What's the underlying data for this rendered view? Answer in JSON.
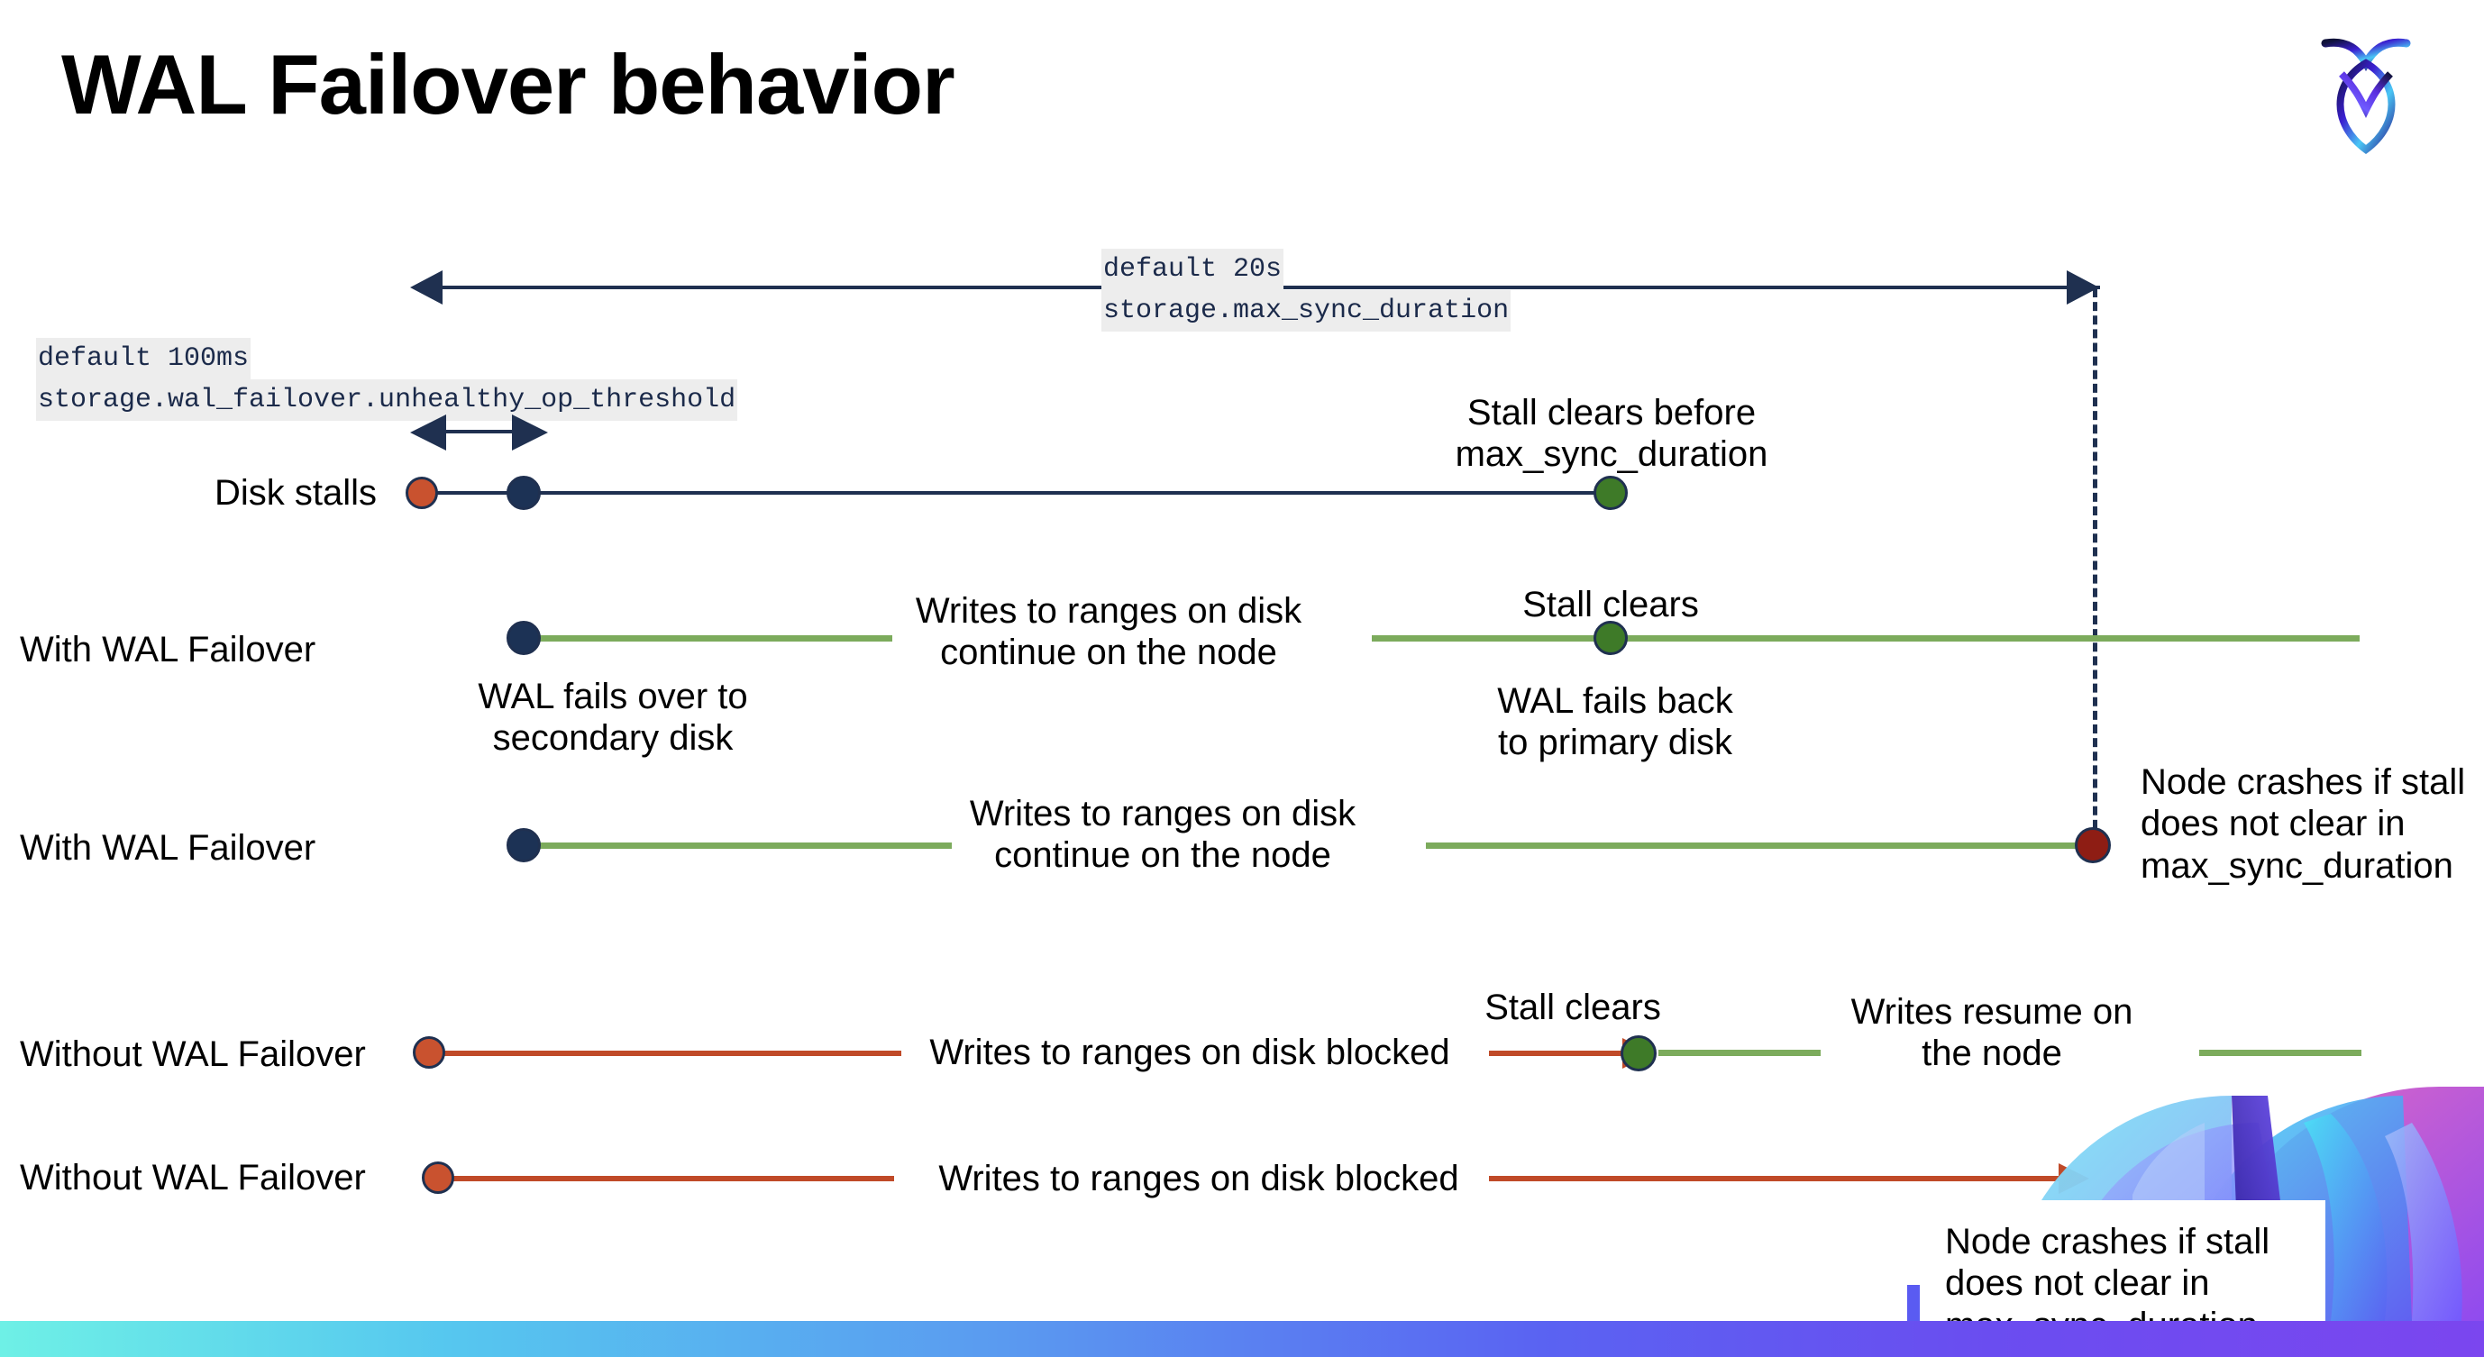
{
  "slide": {
    "title": "WAL Failover behavior",
    "logo_name": "cockroachdb-logo"
  },
  "annotations": {
    "max_sync": {
      "line1": "default 20s",
      "line2": "storage.max_sync_duration"
    },
    "unhealthy": {
      "line1": "default 100ms",
      "line2": "storage.wal_failover.unhealthy_op_threshold"
    }
  },
  "rows": [
    {
      "label": "Disk stalls",
      "notes": [
        {
          "id": "stall-clears-before",
          "line1": "Stall clears before",
          "line2": "max_sync_duration"
        }
      ]
    },
    {
      "label": "With WAL Failover",
      "notes": [
        {
          "id": "writes-continue-1",
          "line1": "Writes to ranges on disk",
          "line2": "continue on the node"
        },
        {
          "id": "stall-clears-1",
          "line1": "Stall clears",
          "line2": ""
        },
        {
          "id": "wal-fails-over",
          "line1": "WAL fails over to",
          "line2": "secondary disk"
        },
        {
          "id": "wal-fails-back",
          "line1": "WAL fails  back",
          "line2": "to primary disk"
        }
      ]
    },
    {
      "label": "With WAL Failover",
      "notes": [
        {
          "id": "writes-continue-2",
          "line1": "Writes to ranges on disk",
          "line2": "continue on the node"
        },
        {
          "id": "node-crashes-1",
          "line1": "Node crashes if stall",
          "line2": "does not clear in",
          "line3": "max_sync_duration"
        }
      ]
    },
    {
      "label": "Without WAL Failover",
      "notes": [
        {
          "id": "writes-blocked-1",
          "line1": "Writes to ranges on disk  blocked",
          "line2": ""
        },
        {
          "id": "stall-clears-2",
          "line1": "Stall clears",
          "line2": ""
        },
        {
          "id": "writes-resume",
          "line1": "Writes resume on",
          "line2": "the node"
        }
      ]
    },
    {
      "label": "Without WAL Failover",
      "notes": [
        {
          "id": "writes-blocked-2",
          "line1": "Writes to ranges on disk  blocked",
          "line2": ""
        },
        {
          "id": "node-crashes-2",
          "line1": "Node crashes if stall",
          "line2": "does not clear in",
          "line3": "max_sync_duration"
        }
      ]
    }
  ],
  "colors": {
    "navy": "#1f3050",
    "green_line": "#7cab5c",
    "red_line": "#c04a28",
    "dot_navy": "#1c3255",
    "dot_red": "#c9522f",
    "dot_green": "#3e7a28",
    "dot_darkred": "#8e1d14",
    "code_bg": "#ededed",
    "bottom_bar_start": "#6ef0e6",
    "bottom_bar_end": "#7b46ef"
  }
}
